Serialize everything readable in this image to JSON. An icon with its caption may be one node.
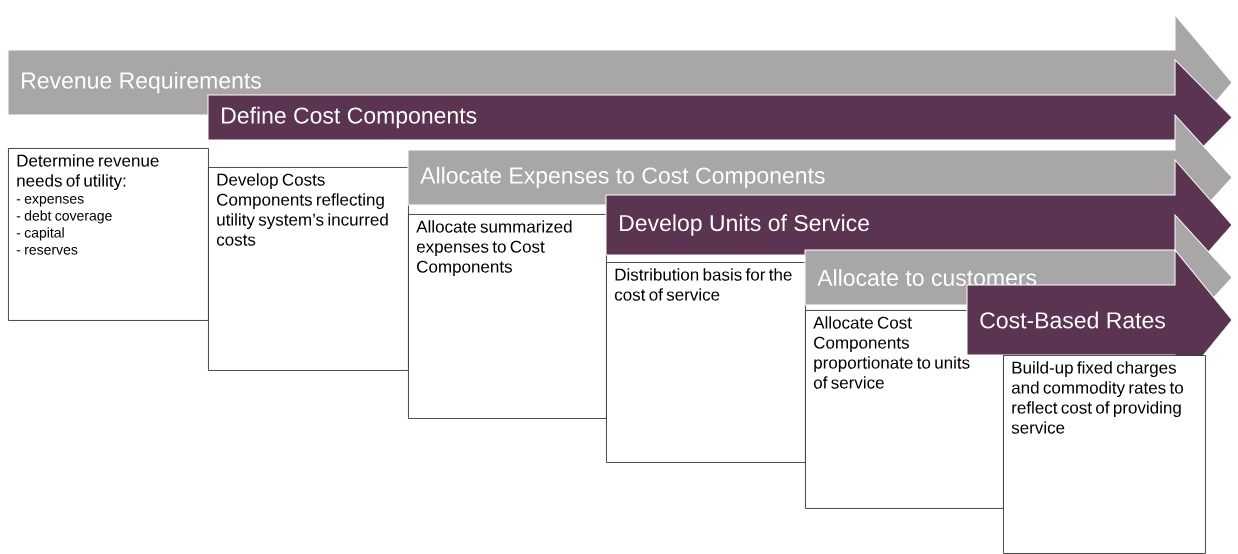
{
  "diagram": {
    "nodes": [
      {
        "text": [
          "Revenue Requirements"
        ]
      },
      {
        "text": [
          "Determine revenue needs of utility:",
          "- expenses",
          "- debt coverage",
          "- capital",
          "- reserves"
        ]
      },
      {
        "text": [
          "Define Cost Components"
        ]
      },
      {
        "text": [
          "Develop Costs Components reflecting utility system’s incurred costs"
        ]
      },
      {
        "text": [
          "Allocate Expenses to Cost Components"
        ]
      },
      {
        "text": [
          "Allocate summarized expenses to Cost Components"
        ]
      },
      {
        "text": [
          "Develop Units of Service"
        ]
      },
      {
        "text": [
          "Distribution basis for the cost of service"
        ]
      },
      {
        "text": [
          "Allocate to customers"
        ]
      },
      {
        "text": [
          "Allocate Cost Components proportionate to units of service"
        ]
      },
      {
        "text": [
          "Cost-Based Rates"
        ]
      },
      {
        "text": [
          "Build-up fixed charges and commodity rates to reflect cost of providing service"
        ]
      }
    ]
  }
}
